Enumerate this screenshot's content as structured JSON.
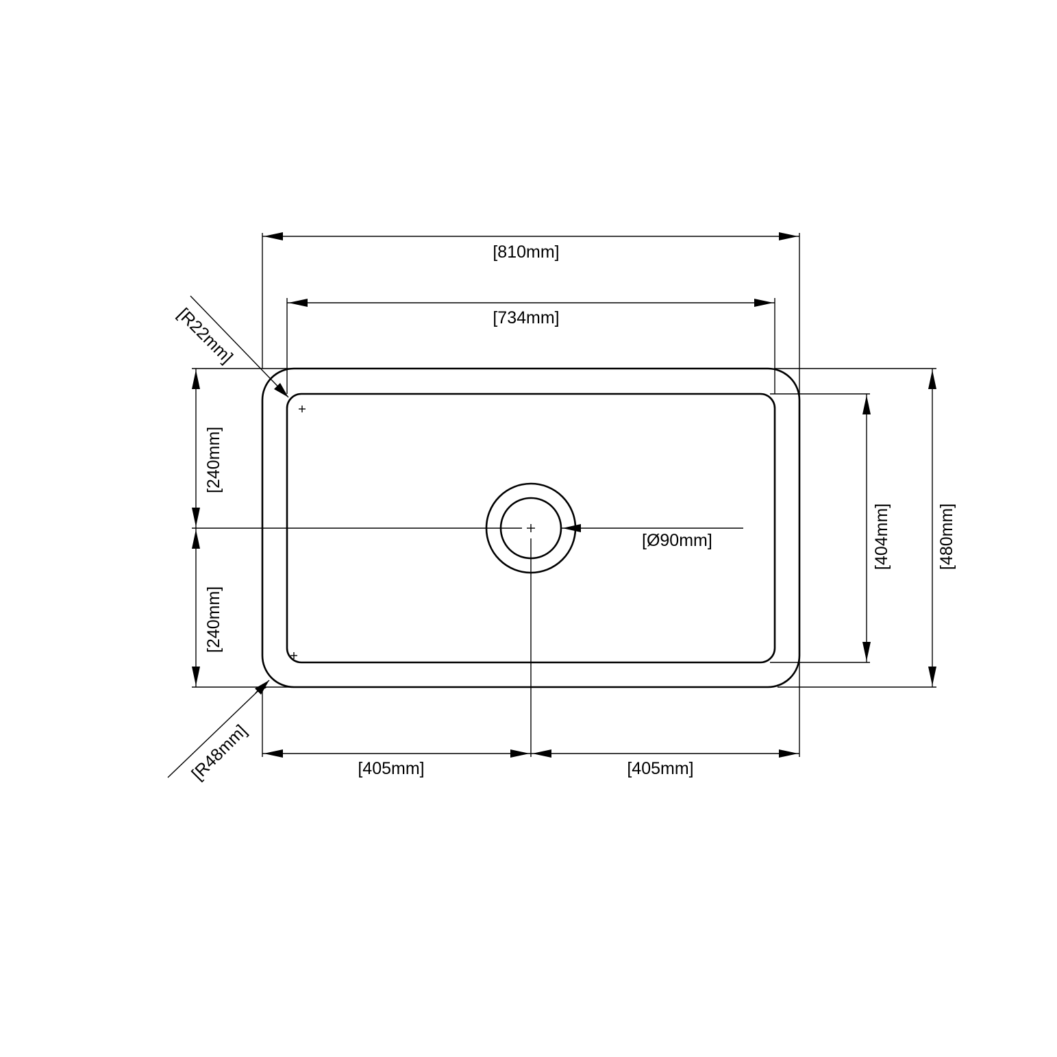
{
  "drawing": {
    "type": "sink dimension drawing (top view)",
    "stroke_color": "#000000",
    "background": "#ffffff"
  },
  "dimensions": {
    "overall_width": "[810mm]",
    "inner_width": "[734mm]",
    "corner_radius_inner": "[R22mm]",
    "corner_radius_outer": "[R48mm]",
    "half_height_top": "[240mm]",
    "half_height_bottom": "[240mm]",
    "drain_diameter": "[Ø90mm]",
    "inner_depth": "[404mm]",
    "overall_depth": "[480mm]",
    "half_width_left": "[405mm]",
    "half_width_right": "[405mm]"
  }
}
